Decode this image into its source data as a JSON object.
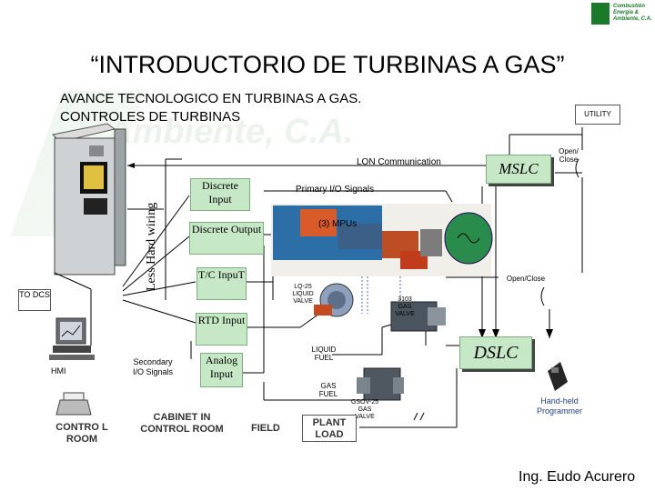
{
  "logo": {
    "lines": [
      "Combustión",
      "Energía &",
      "Ambiente, C.A."
    ]
  },
  "title": "“INTRODUCTORIO DE TURBINAS A GAS”",
  "subtitle": {
    "line1": "AVANCE TECNOLOGICO EN TURBINAS A GAS.",
    "line2": "CONTROLES DE TURBINAS"
  },
  "watermark": "Ambiente, C.A.",
  "utility": "UTILITY",
  "open_close_top": "Open/ Close",
  "mslc": "MSLC",
  "lon": "LON Communication",
  "less_hard_wiring": "Less Hard wiring",
  "primary_io": "Primary I/O Signals",
  "mpus": "(3) MPUs",
  "to_dcs": "TO DCS",
  "boxes": {
    "discrete_input": "Discrete Input",
    "discrete_output": "Discrete Output",
    "tc_input": "T/C InpuT",
    "rtd_input": "RTD Input",
    "analog_input": "Analog Input"
  },
  "lq25": "LQ-25 LIQUID VALVE",
  "valve3103": "3103 GAS VALVE",
  "open_close_right": "Open/Close",
  "dslc": "DSLC",
  "liquid_fuel": "LIQUID FUEL",
  "gas_fuel": "GAS FUEL",
  "gsov25": "GSOV-25 GAS VALVE",
  "secondary_io": "Secondary I/O Signals",
  "hmi": "HMI",
  "control_room": "CONTRO L ROOM",
  "cabinet": "CABINET IN CONTROL ROOM",
  "field": "FIELD",
  "plant_load": "PLANT LOAD",
  "handheld": "Hand-held Programmer",
  "author": "Ing. Eudo Acurero",
  "colors": {
    "green_box": "#c6e8c6",
    "logo_green": "#1a7a2a"
  }
}
